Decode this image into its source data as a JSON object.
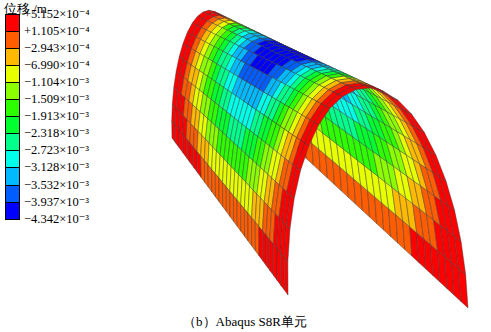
{
  "diagram": {
    "caption": "（b）Abaqus S8R单元",
    "labels": [
      "位移 /m"
    ],
    "legend": [
      {
        "text": "+5.152×10⁻⁴",
        "color": "#ff0000"
      },
      {
        "text": "+1.105×10⁻⁴",
        "color": "#ff5d00"
      },
      {
        "text": "−2.943×10⁻⁴",
        "color": "#ffb900"
      },
      {
        "text": "−6.990×10⁻⁴",
        "color": "#e8ff00"
      },
      {
        "text": "−1.104×10⁻³",
        "color": "#8bff00"
      },
      {
        "text": "−1.509×10⁻³",
        "color": "#2eff00"
      },
      {
        "text": "−1.913×10⁻³",
        "color": "#00ff2e"
      },
      {
        "text": "−2.318×10⁻³",
        "color": "#00ff8b"
      },
      {
        "text": "−2.723×10⁻³",
        "color": "#00ffe8"
      },
      {
        "text": "−3.128×10⁻³",
        "color": "#00b9ff"
      },
      {
        "text": "−3.532×10⁻³",
        "color": "#005dff"
      },
      {
        "text": "−3.937×10⁻³",
        "color": "#0000ff"
      },
      {
        "text": "−4.342×10⁻³"
      }
    ]
  }
}
